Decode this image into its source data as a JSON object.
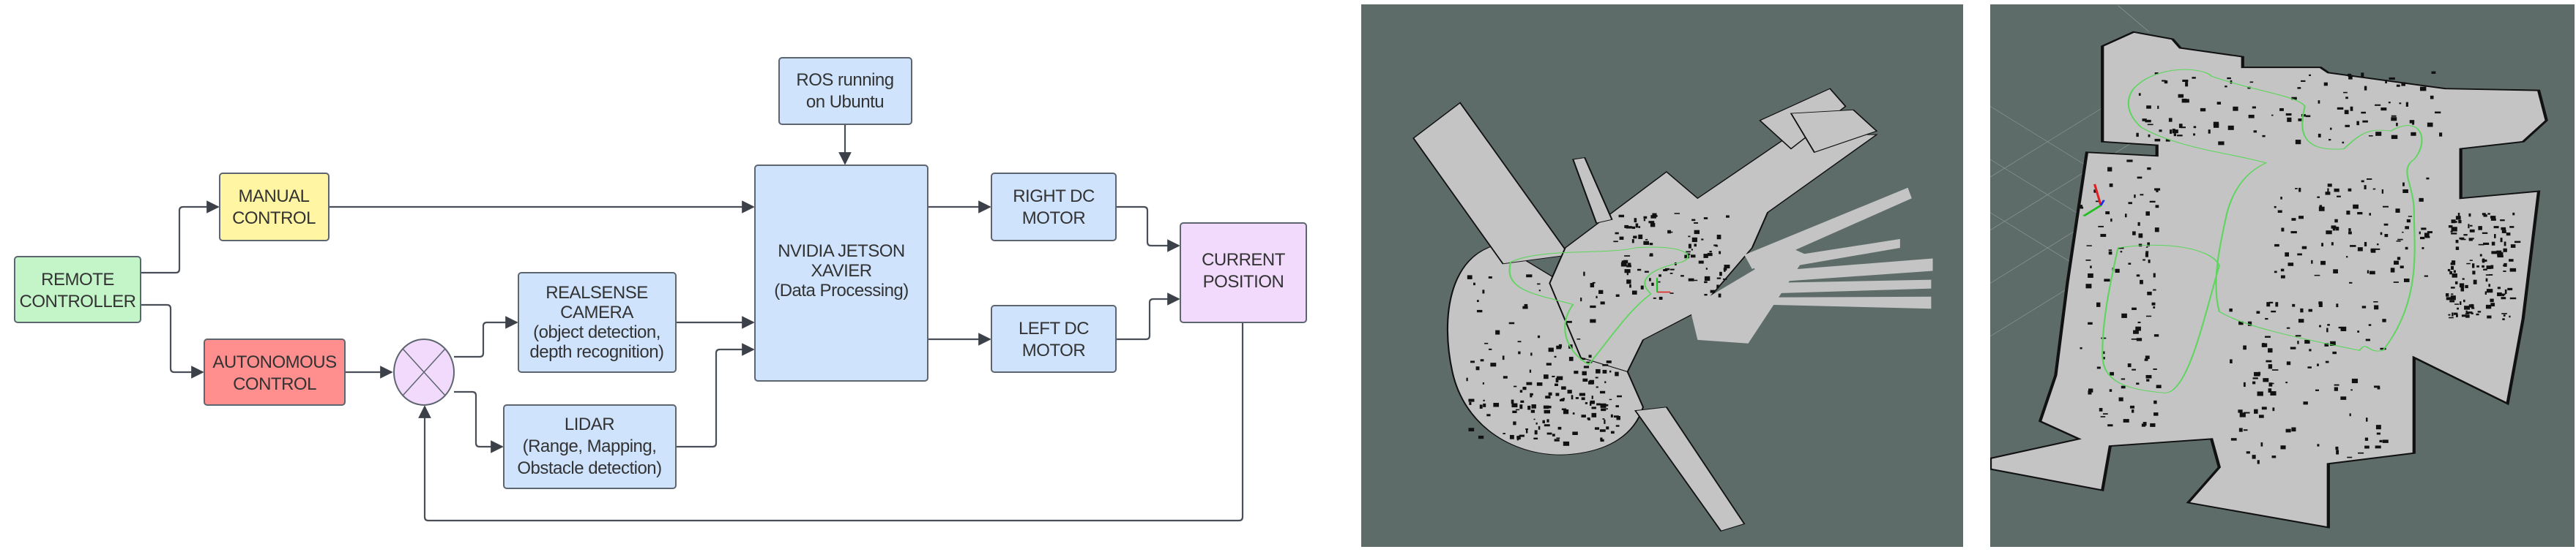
{
  "diagram": {
    "nodes": {
      "remote": {
        "lines": [
          "REMOTE",
          "CONTROLLER"
        ]
      },
      "manual": {
        "lines": [
          "MANUAL",
          "CONTROL"
        ]
      },
      "autonomous": {
        "lines": [
          "AUTONOMOUS",
          "CONTROL"
        ]
      },
      "realsense": {
        "lines": [
          "REALSENSE",
          "CAMERA",
          "(object detection,",
          "depth recognition)"
        ]
      },
      "lidar": {
        "lines": [
          "LIDAR",
          "(Range, Mapping,",
          "Obstacle detection)"
        ]
      },
      "ros": {
        "lines": [
          "ROS running",
          "on Ubuntu"
        ]
      },
      "jetson": {
        "lines": [
          "NVIDIA JETSON",
          "XAVIER",
          "(Data Processing)"
        ]
      },
      "right_motor": {
        "lines": [
          "RIGHT DC",
          "MOTOR"
        ]
      },
      "left_motor": {
        "lines": [
          "LEFT DC",
          "MOTOR"
        ]
      },
      "position": {
        "lines": [
          "CURRENT",
          "POSITION"
        ]
      }
    },
    "colors": {
      "green": "#c4f5c9",
      "yellow": "#fff5a3",
      "red": "#ff8e8e",
      "blue": "#cfe3fd",
      "pink": "#f1dafc",
      "line": "#4a4f57"
    }
  },
  "maps": {
    "background": "#5e6c69",
    "floor": "#c4c4c4",
    "path_color": "#5cd65c"
  }
}
